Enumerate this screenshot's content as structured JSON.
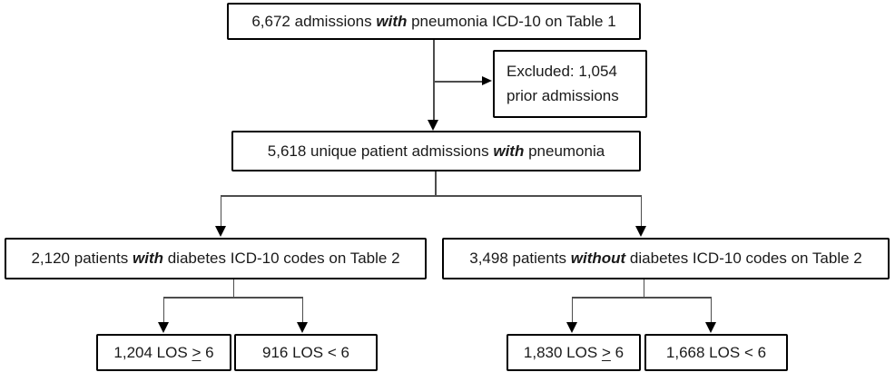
{
  "flowchart": {
    "nodes": {
      "total_admissions": {
        "pre": "6,672 admissions ",
        "emph": "with",
        "post": " pneumonia ICD-10 on Table 1"
      },
      "excluded": {
        "line1": "Excluded: 1,054",
        "line2": "prior admissions"
      },
      "unique_admissions": {
        "pre": "5,618 unique patient admissions ",
        "emph": "with",
        "post": " pneumonia"
      },
      "with_diabetes": {
        "pre": "2,120 patients ",
        "emph": "with",
        "post": " diabetes ICD-10 codes on Table 2"
      },
      "without_diabetes": {
        "pre": "3,498 patients ",
        "emph": "without",
        "post": " diabetes ICD-10 codes on Table 2"
      },
      "diabetes_los_ge6": {
        "pre": "1,204 LOS ",
        "op": ">",
        "post": " 6"
      },
      "diabetes_los_lt6": {
        "pre": "916 LOS ",
        "op": "<",
        "post": " 6"
      },
      "no_diabetes_los_ge6": {
        "pre": "1,830 LOS ",
        "op": ">",
        "post": " 6"
      },
      "no_diabetes_los_lt6": {
        "pre": "1,668 LOS ",
        "op": "<",
        "post": " 6"
      }
    },
    "colors": {
      "background": "#ffffff",
      "box_border": "#000000",
      "connector_line": "#4d4d4d",
      "text": "#1a1a1a"
    }
  }
}
